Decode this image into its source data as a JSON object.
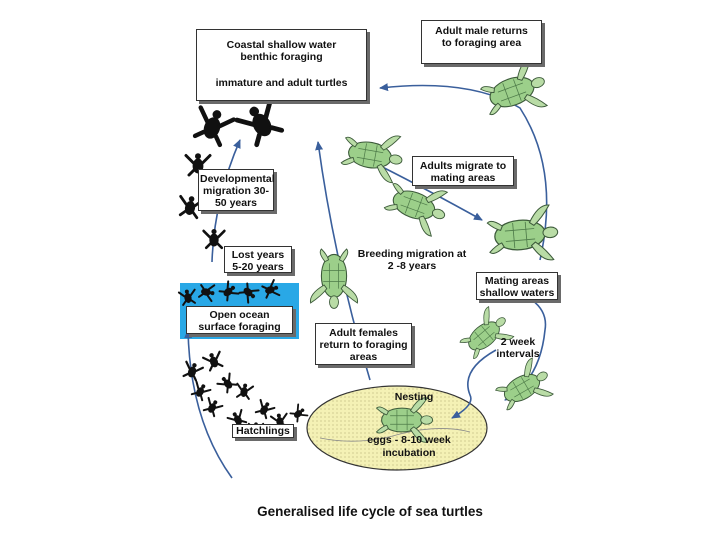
{
  "labels": {
    "foraging_title": "Coastal shallow water benthic foraging",
    "foraging_sub": "immature and adult turtles",
    "male_return": "Adult male returns to foraging area",
    "adults_migrate": "Adults migrate to mating areas",
    "developmental": "Developmental migration 30-50 years",
    "breeding": "Breeding migration at 2 -8 years",
    "lost_years": "Lost years 5-20 years",
    "open_ocean": "Open ocean surface foraging",
    "mating_areas": "Mating areas shallow waters",
    "two_week": "2 week intervals",
    "females_return": "Adult females return to foraging areas",
    "nesting": "Nesting",
    "eggs": "eggs - 8-10 week incubation",
    "hatchlings": "Hatchlings",
    "caption": "Generalised life cycle of sea turtles"
  },
  "colors": {
    "arrow": "#3a5f9c",
    "ocean": "#29a8e6",
    "nest_fill": "#f4f1b5",
    "turtle_shell": "#9ccf8a"
  }
}
